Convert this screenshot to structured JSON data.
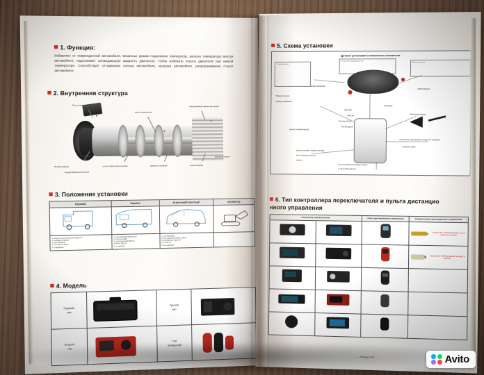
{
  "scene": {
    "description": "photo-of-open-manual-on-wooden-desk",
    "watermark": "Avito"
  },
  "left_page": {
    "section1": {
      "heading": "1. Функция:",
      "body": "Избавляет от поврежденной автомобиля, вязанных режим поднемнем температур, запуска температуру внутри автомобиля, подогревает охлаждающую жидкость двигателя, чтобы избежать износа двигателя при низкой температуре. Способствует оттаиванию салона автомобиля, загрузка автомобиля, размораживание стекол автомобиля."
    },
    "section2": {
      "heading": "2. Внутренняя структура",
      "labels_top": [
        "Блок управления",
        "свеча зажигания",
        "предохранительная заглушка"
      ],
      "labels_bottom": [
        "Воздуходувка",
        "огнестойкая крыльчатка",
        "камера сгорания",
        "зона нагрева",
        "выход воздуха"
      ],
      "labels_bottom2": [
        "воздушный вентилятор"
      ]
    },
    "section3": {
      "heading": "3. Положение установки",
      "columns": [
        {
          "title": "Грузовик",
          "notes": "1. на место для ног второго водителя.\n2. на заднее сиденье\n3. под сиденьем\n4. со стороны двери\n5. в багажнике"
        },
        {
          "title": "Караван",
          "notes": "1. перегородка/диван/кресло\n2. внутри шкафа\n3. под сиденьем/кроватью\n4. место для ног\n5. в кладовой"
        },
        {
          "title": "В-местный/7-местный",
          "notes": "1. пол багажника\n2. под сиденьем задней скамьи\n3. за сиденьем водителя\n4. в зоне ног\n5. под сиденьем"
        },
        {
          "title": "экскаватор",
          "notes": ""
        }
      ]
    },
    "section4": {
      "heading": "4. Модель",
      "rows": [
        {
          "left_label": "Первый\nтип",
          "right_label": "Третий\nтип"
        },
        {
          "left_label": "Второй\nтип",
          "right_label": "Тип\nчетвертый"
        }
      ]
    }
  },
  "right_page": {
    "section5": {
      "heading": "5. Схема установки",
      "diagram_title": "Детали установки стояночного отопителя",
      "labels": [
        "Топливный насос",
        "Кнопка бака (предохранитель)",
        "воздухозаборник",
        "Выхлопная труба",
        "Провод питания",
        "провод управления",
        "линия воздуха",
        "Проводка",
        "зона ног",
        "Приборная панель",
        "бака SW",
        "Топливный бак",
        "Ткл/Погодное",
        "расход топлива насоса",
        "выхлопная труба (выброс продуктов сгорания)",
        "впускная труба",
        "расход топлива / подача топлива",
        "для топливного насоса",
        "клапан",
        "угол установки топливного насоса",
        "от 15 до 35 градусов"
      ]
    },
    "section6": {
      "heading": "6. Тип контроллера переключателя и пульта дистанцио\nнного управления",
      "columns": [
        "Контроллер переключателя",
        "Пульт дистанционного управления",
        "Батарея пульта дистанционного управления"
      ],
      "battery_notes": [
        "Используйте 2*LR07A батарейки, если в комплекте не входит",
        "Используйте 1*AAA батарейки, не входит в комплект"
      ]
    },
    "footer": "— Russian 072 —"
  }
}
